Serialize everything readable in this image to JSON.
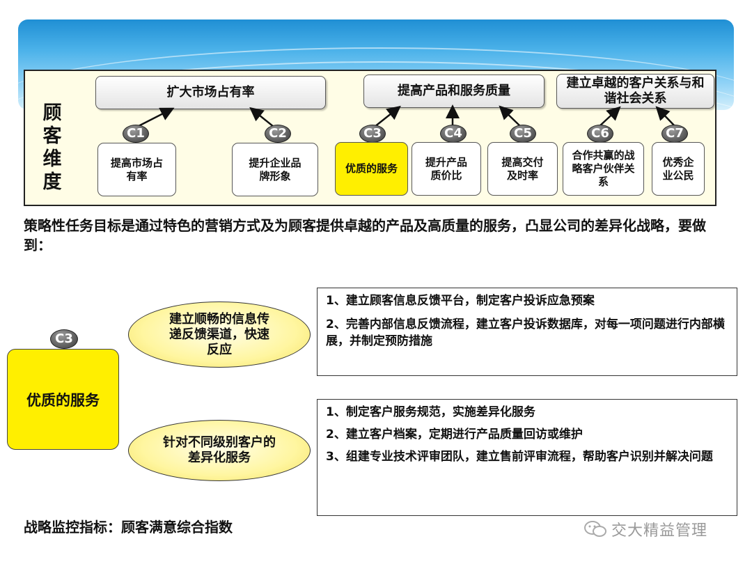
{
  "dimension_title": [
    "顾",
    "客",
    "维",
    "度"
  ],
  "goals": [
    {
      "label": "扩大市场占有率"
    },
    {
      "label": "提高产品和服务质量"
    },
    {
      "label": "建立卓越的客户关系与和谐社会关系"
    }
  ],
  "tasks": [
    {
      "badge": "C1",
      "label": "提高市场占有率"
    },
    {
      "badge": "C2",
      "label": "提升企业品牌形象"
    },
    {
      "badge": "C3",
      "label": "优质的服务"
    },
    {
      "badge": "C4",
      "label": "提升产品质价比"
    },
    {
      "badge": "C5",
      "label": "提高交付及时率"
    },
    {
      "badge": "C6",
      "label": "合作共赢的战略客户伙伴关系"
    },
    {
      "badge": "C7",
      "label": "优秀企业公民"
    }
  ],
  "strategy_sentence": "策略性任务目标是通过特色的营销方式及为顾客提供卓越的产品及高质量的服务，凸显公司的差异化战略，要做到：",
  "focus": {
    "badge": "C3",
    "label": "优质的服务"
  },
  "approaches": [
    {
      "label": "建立顺畅的信息传递反馈渠道，快速反应",
      "measures": [
        "1、建立顾客信息反馈平台，制定客户投诉应急预案",
        "2、完善内部信息反馈流程，建立客户投诉数据库，对每一项问题进行内部横展，并制定预防措施"
      ]
    },
    {
      "label": "针对不同级别客户的差异化服务",
      "measures": [
        "1、制定客户服务规范，实施差异化服务",
        "2、建立客户档案，定期进行产品质量回访或维护",
        "3、组建专业技术评审团队，建立售前评审流程，帮助客户识别并解决问题"
      ]
    }
  ],
  "indicator": "战略监控指标：顾客满意综合指数",
  "watermark": "交大精益管理",
  "colors": {
    "highlight": "#ffef00",
    "banner": "#2a97d9",
    "panel": "#fffde6"
  }
}
